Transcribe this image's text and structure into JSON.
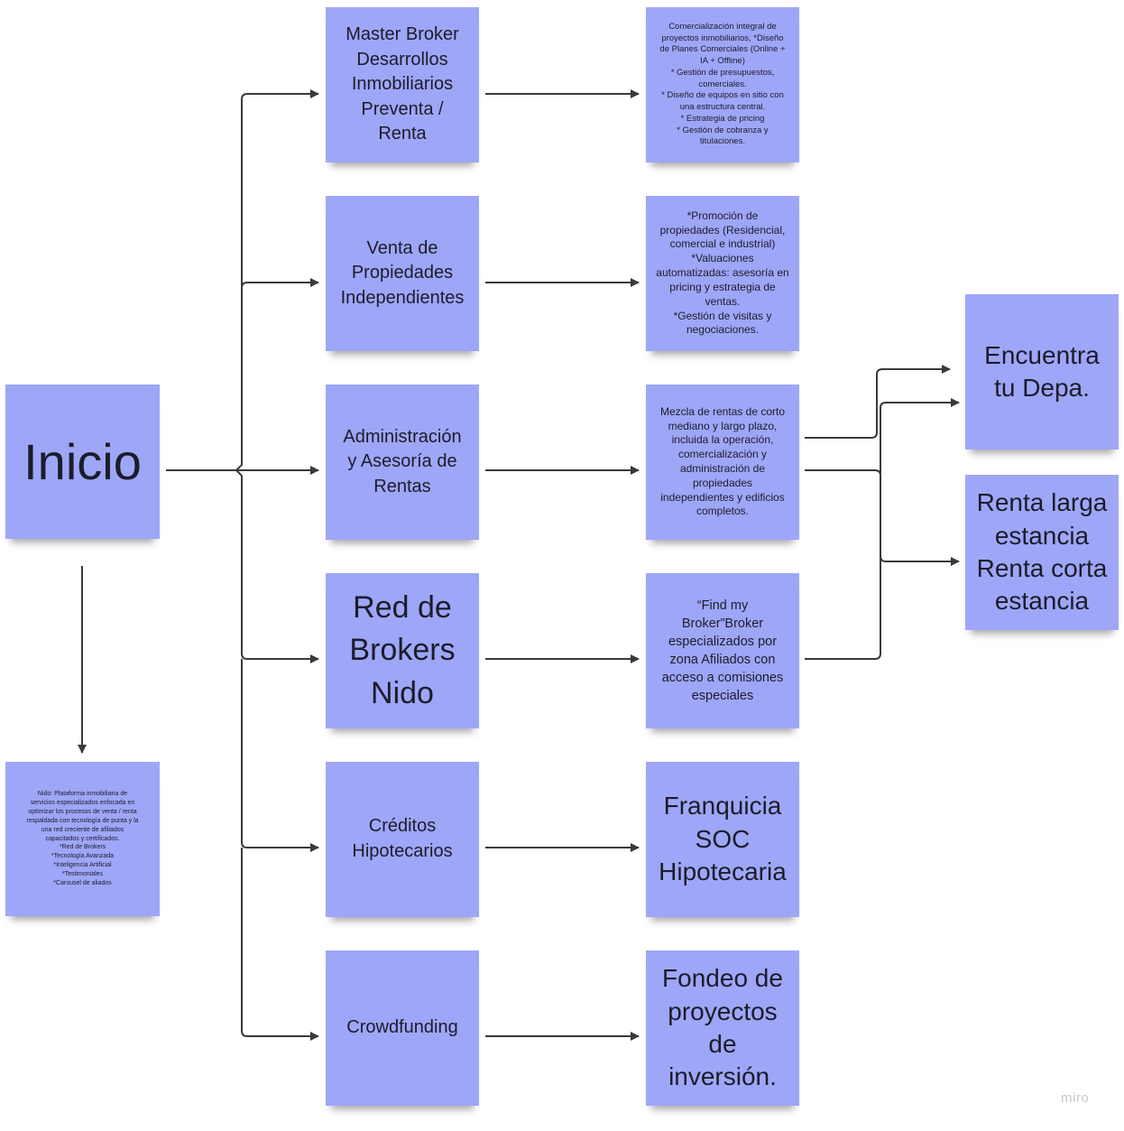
{
  "diagram": {
    "start": "Inicio",
    "summary": "Nido: Plataforma inmobiliaria  de\nservicios  especializados enfocada en\noptimizar los procesos de venta / renta\nrespaldada con tecnología de punta y la\nuna red creciente de afiliados\ncapacitados y certificados.\n*Red de Brokers\n*Tecnología Avanzada\n*Inteligencia Artificial\n*Testimoniales\n*Carousel de aliados",
    "branches": [
      {
        "name": "Master Broker\nDesarrollos\nInmobiliarios\nPreventa /\nRenta",
        "detail": "Comercialización integral de\nproyectos inmobiliarios, *Diseño\nde Planes Comerciales (Online +\nIA + Offline)\n* Gestión de presupuestos,\ncomerciales.\n* Diseño de equipos en sitio con\nuna estructura central.\n* Estrategia de pricing\n* Gestión de cobranza y\ntitulaciones."
      },
      {
        "name": "Venta de\nPropiedades\nIndependientes",
        "detail": "*Promoción de\npropiedades (Residencial,\ncomercial e industrial)\n*Valuaciones\nautomatizadas: asesoría en\npricing y estrategia de\nventas.\n*Gestión de visitas y\nnegociaciones."
      },
      {
        "name": "Administración\ny Asesoría de\nRentas",
        "detail": "Mezcla de rentas de corto\nmediano y largo plazo,\nincluida la operación,\ncomercialización y\nadministración de\npropiedades\nindependientes y edificios\ncompletos."
      },
      {
        "name": "Red de\nBrokers\nNido",
        "detail": "“Find my\nBroker”Broker\nespecializados por\nzona Afiliados con\nacceso a comisiones\nespeciales"
      },
      {
        "name": "Créditos\nHipotecarios",
        "detail": "Franquicia\nSOC\nHipotecaria"
      },
      {
        "name": "Crowdfunding",
        "detail": "Fondeo de\nproyectos\nde\ninversión."
      }
    ],
    "outcomes": [
      "Encuentra\ntu Depa.",
      "Renta larga\nestancia\nRenta corta\nestancia"
    ]
  },
  "colors": {
    "note_fill": "#9ea6f8",
    "connector": "#3a3a3a",
    "text": "#1c1c2a",
    "watermark": "#c9c9c9"
  },
  "branding": {
    "watermark": "miro"
  }
}
